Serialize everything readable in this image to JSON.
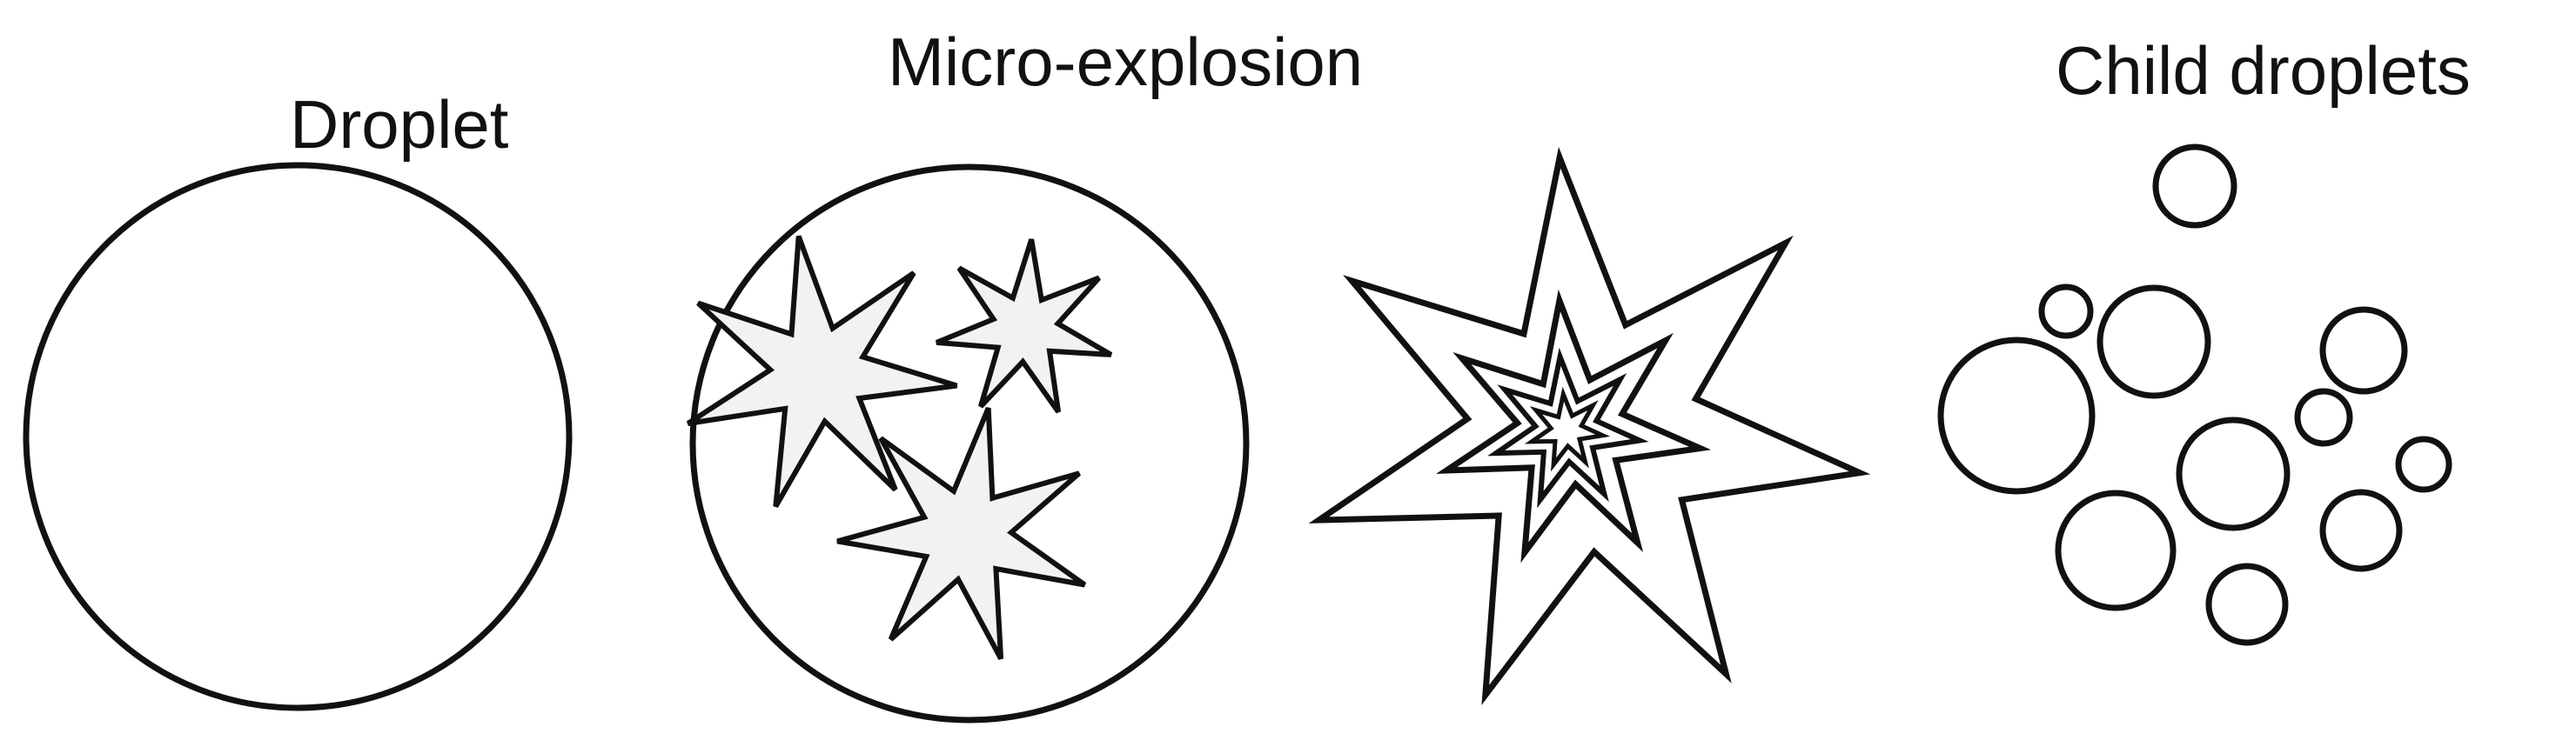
{
  "labels": {
    "droplet": "Droplet",
    "micro_explosion": "Micro-explosion",
    "child_droplets": "Child droplets"
  },
  "colors": {
    "stroke": "#111111",
    "star_fill": "#f2f2f2",
    "background": "#ffffff"
  }
}
